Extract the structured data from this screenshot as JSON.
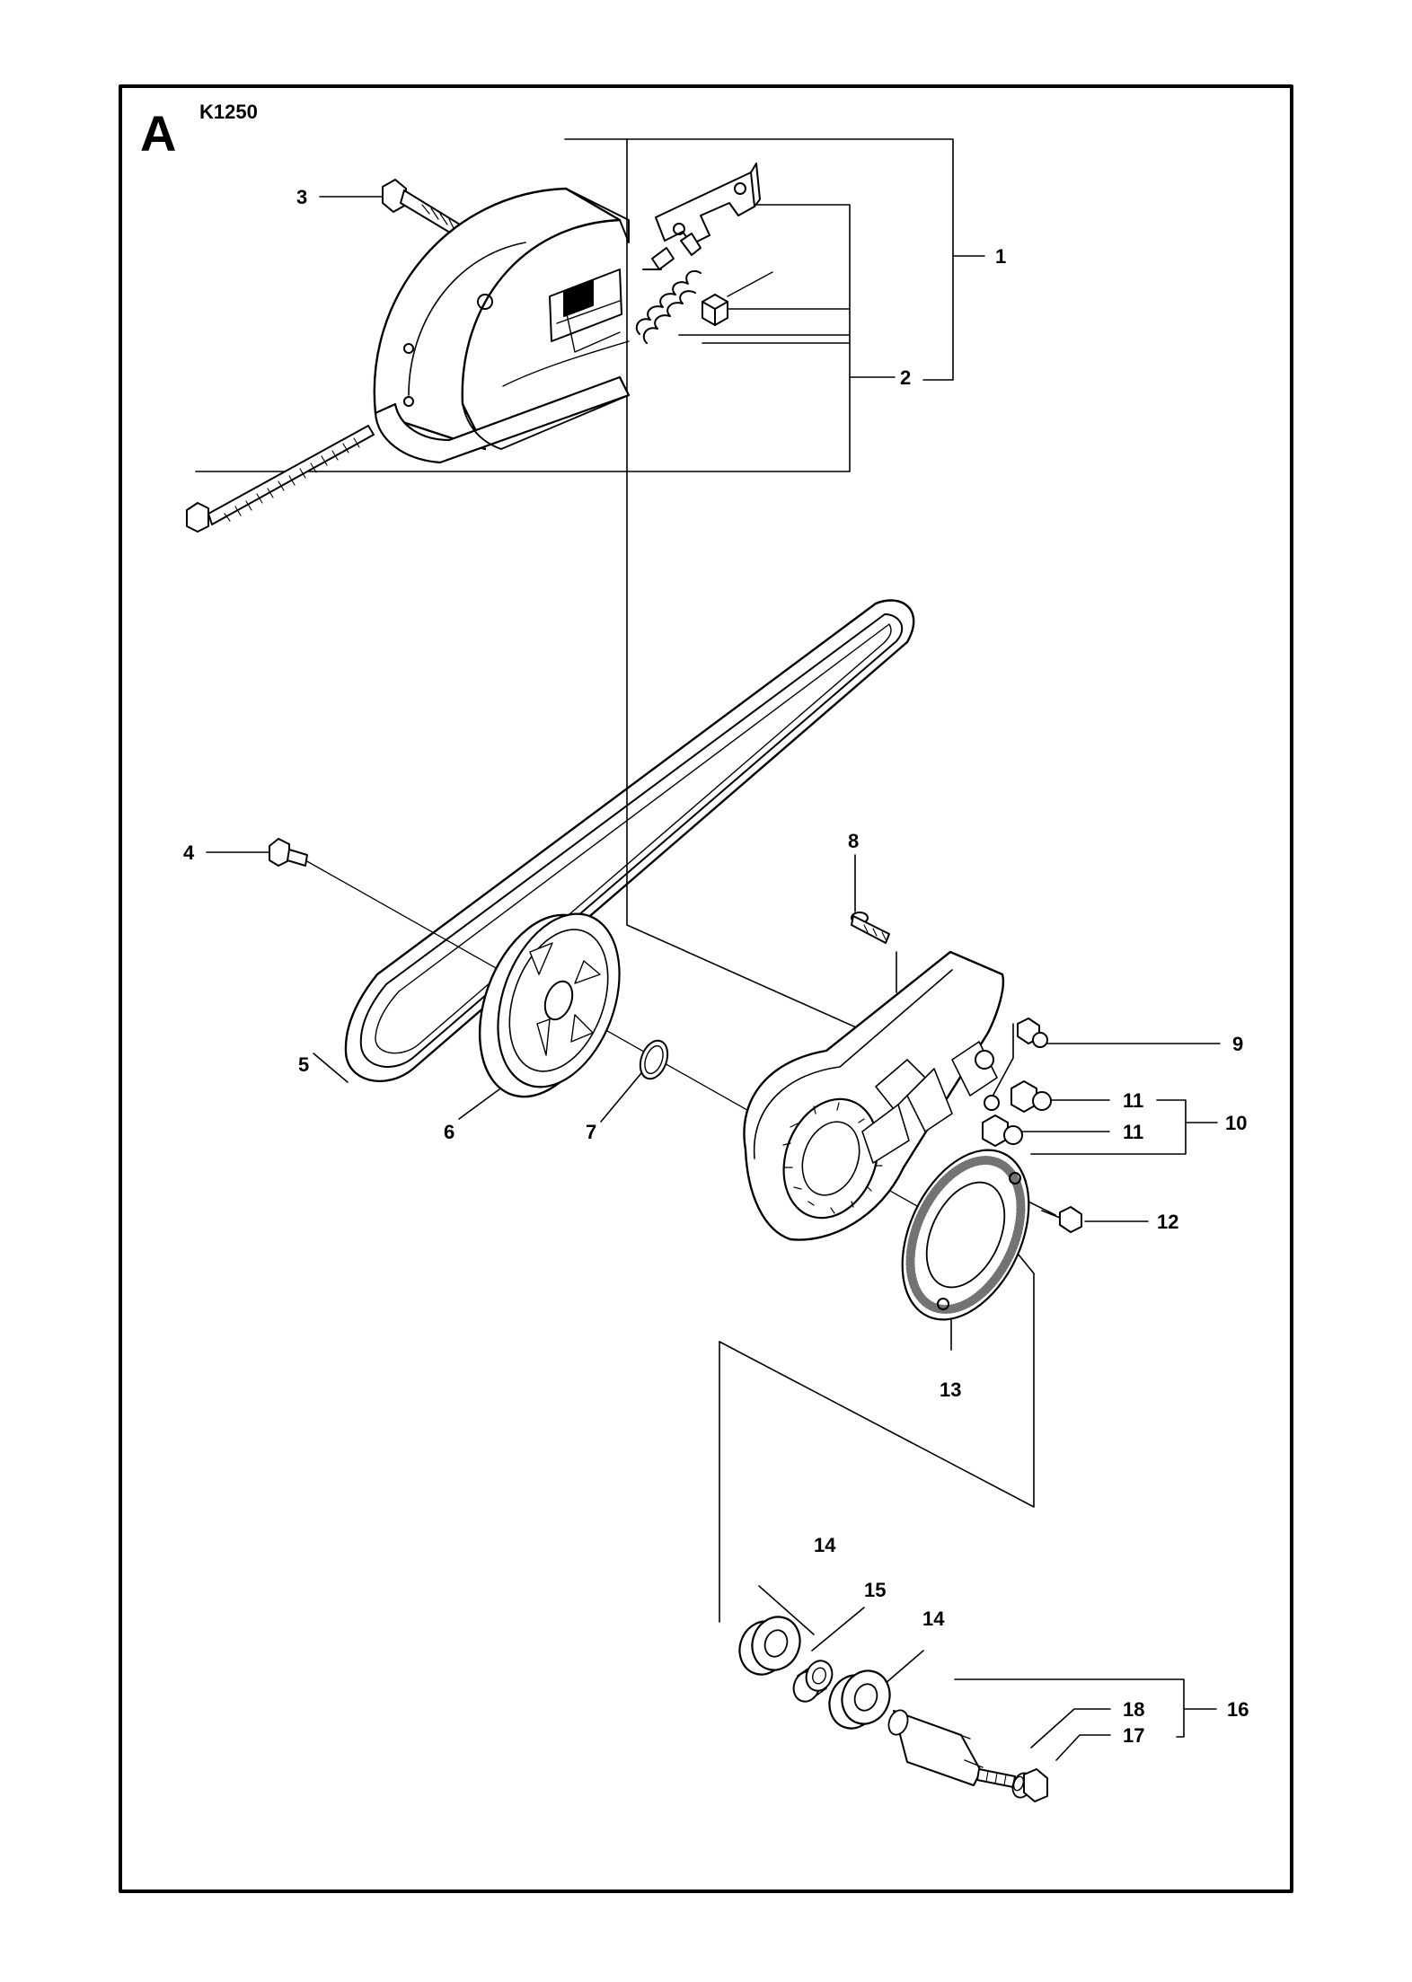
{
  "section_letter": "A",
  "model": "K1250",
  "callouts": [
    "1",
    "2",
    "3",
    "4",
    "5",
    "6",
    "7",
    "8",
    "9",
    "10",
    "11",
    "11",
    "12",
    "13",
    "14",
    "15",
    "14",
    "16",
    "18",
    "17"
  ],
  "colors": {
    "ink": "#000000",
    "paper": "#ffffff",
    "shade": "#d8d8d8"
  }
}
